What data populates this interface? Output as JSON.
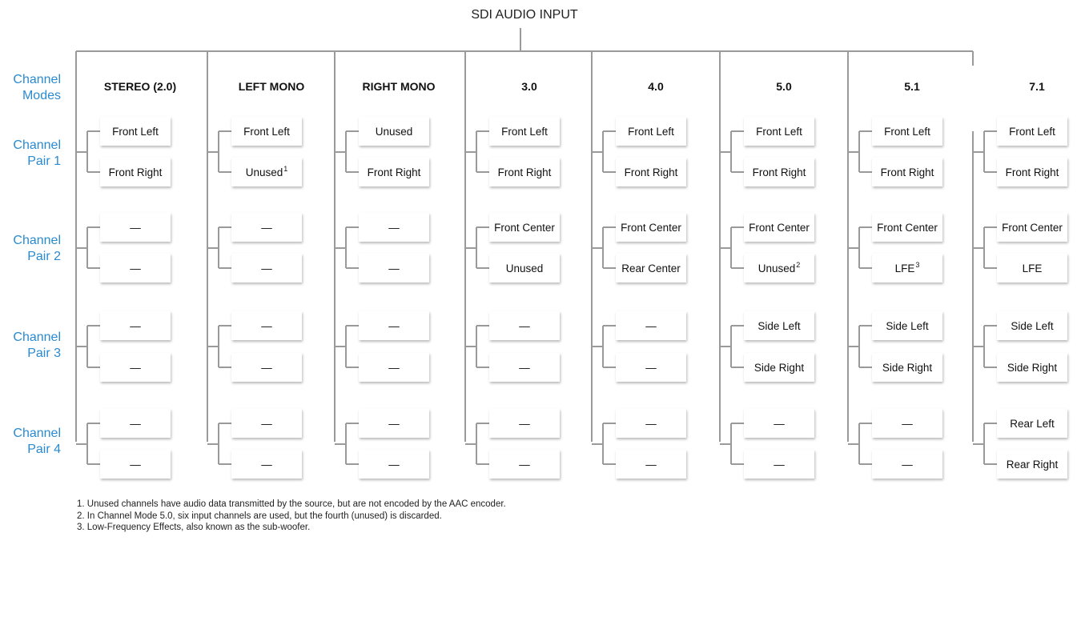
{
  "title": "SDI AUDIO INPUT",
  "row_labels": {
    "modes": "Channel Modes",
    "pair1": "Channel Pair 1",
    "pair2": "Channel Pair 2",
    "pair3": "Channel Pair 3",
    "pair4": "Channel Pair 4"
  },
  "columns": [
    {
      "mode": "STEREO (2.0)",
      "channels": [
        "Front Left",
        "Front Right",
        "—",
        "—",
        "—",
        "—",
        "—",
        "—"
      ],
      "notes": [
        null,
        null,
        null,
        null,
        null,
        null,
        null,
        null
      ]
    },
    {
      "mode": "LEFT MONO",
      "channels": [
        "Front Left",
        "Unused",
        "—",
        "—",
        "—",
        "—",
        "—",
        "—"
      ],
      "notes": [
        null,
        "1",
        null,
        null,
        null,
        null,
        null,
        null
      ]
    },
    {
      "mode": "RIGHT MONO",
      "channels": [
        "Unused",
        "Front Right",
        "—",
        "—",
        "—",
        "—",
        "—",
        "—"
      ],
      "notes": [
        null,
        null,
        null,
        null,
        null,
        null,
        null,
        null
      ]
    },
    {
      "mode": "3.0",
      "channels": [
        "Front Left",
        "Front Right",
        "Front Center",
        "Unused",
        "—",
        "—",
        "—",
        "—"
      ],
      "notes": [
        null,
        null,
        null,
        null,
        null,
        null,
        null,
        null
      ]
    },
    {
      "mode": "4.0",
      "channels": [
        "Front Left",
        "Front Right",
        "Front Center",
        "Rear Center",
        "—",
        "—",
        "—",
        "—"
      ],
      "notes": [
        null,
        null,
        null,
        null,
        null,
        null,
        null,
        null
      ]
    },
    {
      "mode": "5.0",
      "channels": [
        "Front Left",
        "Front Right",
        "Front Center",
        "Unused",
        "Side Left",
        "Side Right",
        "—",
        "—"
      ],
      "notes": [
        null,
        null,
        null,
        "2",
        null,
        null,
        null,
        null
      ]
    },
    {
      "mode": "5.1",
      "channels": [
        "Front Left",
        "Front Right",
        "Front Center",
        "LFE",
        "Side Left",
        "Side Right",
        "—",
        "—"
      ],
      "notes": [
        null,
        null,
        null,
        "3",
        null,
        null,
        null,
        null
      ]
    },
    {
      "mode": "7.1",
      "channels": [
        "Front Left",
        "Front Right",
        "Front Center",
        "LFE",
        "Side Left",
        "Side Right",
        "Rear Left",
        "Rear Right"
      ],
      "notes": [
        null,
        null,
        null,
        null,
        null,
        null,
        null,
        null
      ]
    }
  ],
  "footnotes": [
    "1. Unused channels have audio data transmitted by the source, but are not encoded by the AAC encoder.",
    "2. In Channel Mode 5.0, six input channels are used, but the fourth (unused) is discarded.",
    "3. Low-Frequency Effects, also known as the sub-woofer."
  ],
  "colors": {
    "line": "#9a9a9a",
    "label": "#2a8ad0",
    "text": "#111111"
  }
}
